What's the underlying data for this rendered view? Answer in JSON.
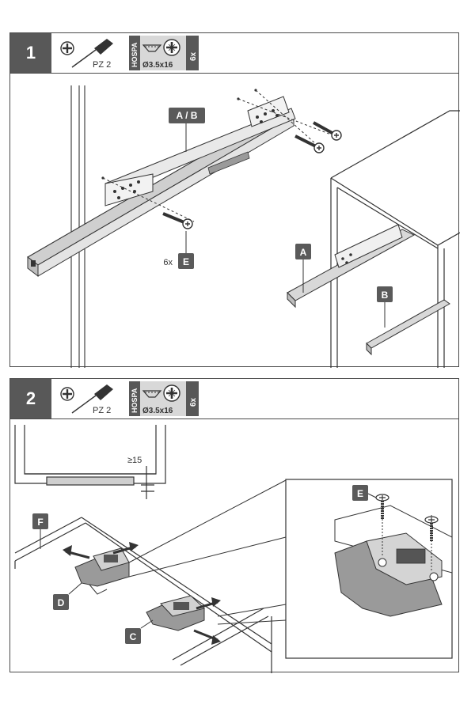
{
  "step1": {
    "number": "1",
    "tool_size": "PZ 2",
    "brand": "HOSPA",
    "screw_size": "Ø3.5x16",
    "screw_qty": "6x",
    "label_ab": "A / B",
    "label_a": "A",
    "label_b": "B",
    "label_e": "E",
    "count_e": "6x"
  },
  "step2": {
    "number": "2",
    "tool_size": "PZ 2",
    "brand": "HOSPA",
    "screw_size": "Ø3.5x16",
    "screw_qty": "6x",
    "gap_label": "≥15",
    "label_f": "F",
    "label_d": "D",
    "label_c": "C",
    "label_e": "E"
  }
}
